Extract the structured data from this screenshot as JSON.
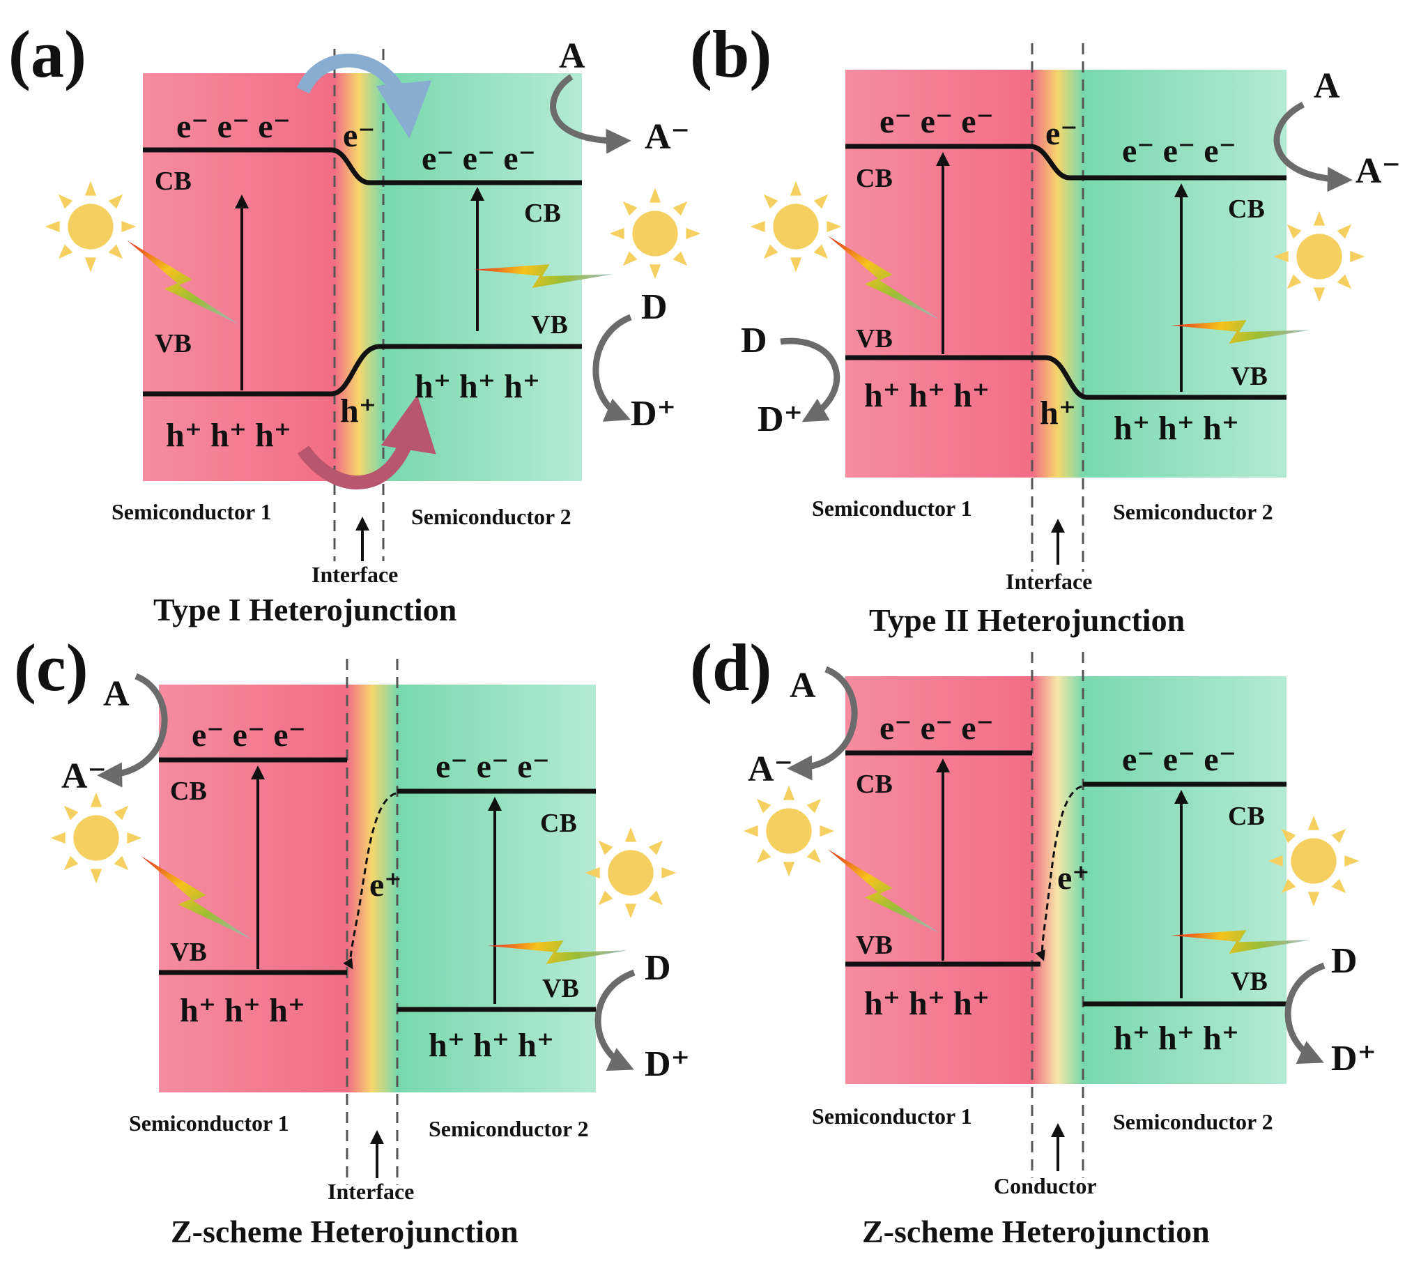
{
  "figure": {
    "colors": {
      "semiconductor_1": "#f2728a",
      "semiconductor_2": "#7fd9b3",
      "interface_center": "#f5d36a",
      "sun": "#f5d060",
      "arrow_grey": "#6b6b6b",
      "transfer_blue": "#89add0",
      "transfer_red": "#b8566e"
    },
    "panels": [
      {
        "tag": "(a)",
        "title": "Type I Heterojunction",
        "left_label": "Semiconductor 1",
        "right_label": "Semiconductor 2",
        "junction_label": "Interface",
        "electrons": "e⁻ e⁻ e⁻",
        "holes": "h⁺ h⁺ h⁺",
        "cb": "CB",
        "vb": "VB",
        "interface_electron": "e⁻",
        "interface_hole": "h⁺",
        "acceptor": "A",
        "acceptor_reduced": "A⁻",
        "donor": "D",
        "donor_oxidized": "D⁺"
      },
      {
        "tag": "(b)",
        "title": "Type II Heterojunction",
        "left_label": "Semiconductor 1",
        "right_label": "Semiconductor 2",
        "junction_label": "Interface",
        "electrons": "e⁻ e⁻ e⁻",
        "holes": "h⁺ h⁺ h⁺",
        "cb": "CB",
        "vb": "VB",
        "interface_electron": "e⁻",
        "interface_hole": "h⁺",
        "acceptor": "A",
        "acceptor_reduced": "A⁻",
        "donor": "D",
        "donor_oxidized": "D⁺"
      },
      {
        "tag": "(c)",
        "title": "Z-scheme Heterojunction",
        "left_label": "Semiconductor 1",
        "right_label": "Semiconductor 2",
        "junction_label": "Interface",
        "electrons": "e⁻ e⁻ e⁻",
        "holes": "h⁺ h⁺ h⁺",
        "cb": "CB",
        "vb": "VB",
        "transfer_label": "e⁺",
        "acceptor": "A",
        "acceptor_reduced": "A⁻",
        "donor": "D",
        "donor_oxidized": "D⁺"
      },
      {
        "tag": "(d)",
        "title": "Z-scheme Heterojunction",
        "left_label": "Semiconductor 1",
        "right_label": "Semiconductor 2",
        "junction_label": "Conductor",
        "electrons": "e⁻ e⁻ e⁻",
        "holes": "h⁺ h⁺ h⁺",
        "cb": "CB",
        "vb": "VB",
        "transfer_label": "e⁺",
        "acceptor": "A",
        "acceptor_reduced": "A⁻",
        "donor": "D",
        "donor_oxidized": "D⁺"
      }
    ]
  }
}
